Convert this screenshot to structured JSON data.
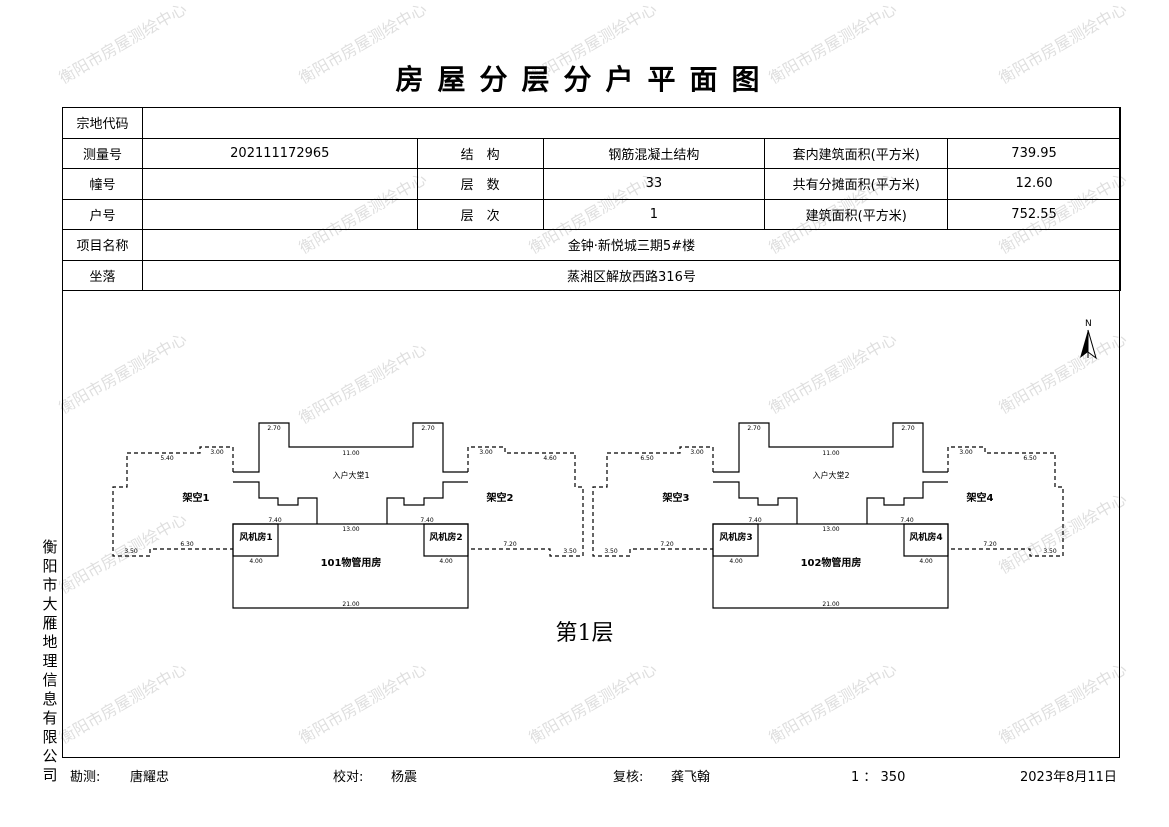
{
  "title": "房屋分层分户平面图",
  "watermark": "衡阳市房屋测绘中心",
  "side_company": "衡阳市大雁地理信息有限公司",
  "info": {
    "parcel_code_label": "宗地代码",
    "parcel_code": "",
    "survey_no_label": "测量号",
    "survey_no": "202111172965",
    "structure_label": "结　构",
    "structure": "钢筋混凝土结构",
    "inner_area_label": "套内建筑面积(平方米)",
    "inner_area": "739.95",
    "building_label": "幢号",
    "building": "",
    "floors_label": "层　数",
    "floors": "33",
    "shared_area_label": "共有分摊面积(平方米)",
    "shared_area": "12.60",
    "unit_label": "户号",
    "unit": "",
    "floor_no_label": "层　次",
    "floor_no": "1",
    "total_area_label": "建筑面积(平方米)",
    "total_area": "752.55",
    "project_label": "项目名称",
    "project": "金钟·新悦城三期5#楼",
    "location_label": "坐落",
    "location": "蒸湘区解放西路316号"
  },
  "plan": {
    "north": "N",
    "floor_label": "第1层",
    "left": {
      "lobby": "入户大堂1",
      "office": "101物管用房",
      "fan_a": "风机房1",
      "fan_b": "风机房2",
      "open_a": "架空1",
      "open_b": "架空2",
      "dims": {
        "notch_a": "2.70",
        "notch_b": "2.70",
        "top": "11.00",
        "mid": "13.00",
        "bottom": "21.00",
        "w_a": "7.40",
        "w_b": "7.40",
        "fan_w_a": "4.00",
        "fan_w_b": "4.00",
        "wing_a_top": "5.40",
        "wing_a_top2": "3.00",
        "wing_b_top": "3.00",
        "wing_b_top2": "4.60",
        "wing_a_bot": "6.30",
        "wing_a_bot2": "3.50",
        "wing_b_bot": "7.20",
        "wing_b_bot2": "3.50"
      }
    },
    "right": {
      "lobby": "入户大堂2",
      "office": "102物管用房",
      "fan_a": "风机房3",
      "fan_b": "风机房4",
      "open_a": "架空3",
      "open_b": "架空4",
      "dims": {
        "notch_a": "2.70",
        "notch_b": "2.70",
        "top": "11.00",
        "mid": "13.00",
        "bottom": "21.00",
        "w_a": "7.40",
        "w_b": "7.40",
        "fan_w_a": "4.00",
        "fan_w_b": "4.00",
        "wing_a_top": "6.50",
        "wing_a_top2": "3.00",
        "wing_b_top": "3.00",
        "wing_b_top2": "6.50",
        "wing_a_bot": "7.20",
        "wing_a_bot2": "3.50",
        "wing_b_bot": "7.20",
        "wing_b_bot2": "3.50"
      }
    }
  },
  "footer": {
    "surveyor_label": "勘测:",
    "surveyor": "唐耀忠",
    "checker_label": "校对:",
    "checker": "杨震",
    "reviewer_label": "复核:",
    "reviewer": "龚飞翰",
    "scale": "1 ： 350",
    "date": "2023年8月11日"
  }
}
